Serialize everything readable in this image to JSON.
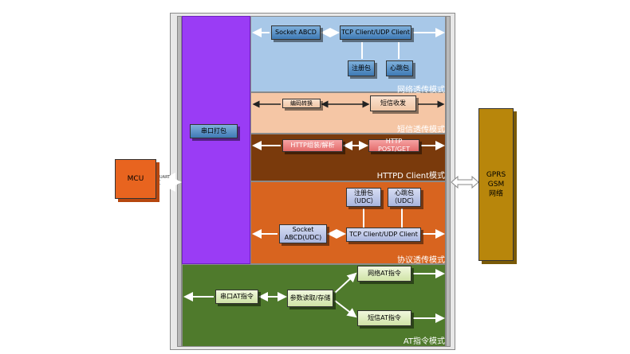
{
  "mcu": {
    "label": "MCU"
  },
  "uart": {
    "label": "UART"
  },
  "serial_pack": {
    "label": "串口打包"
  },
  "network_transparent": {
    "mode_label": "网络透传模式",
    "socket": "Socket ABCD",
    "client": "TCP Client/UDP Client",
    "register": "注册包",
    "heartbeat": "心跳包"
  },
  "sms_transparent": {
    "mode_label": "短信透传模式",
    "encode": "编码转换",
    "sms": "短信收发"
  },
  "httpd_client": {
    "mode_label": "HTTPD Client模式",
    "assemble": "HTTP组装/解析",
    "post_get": "HTTP POST/GET"
  },
  "protocol_transparent": {
    "mode_label": "协议透传模式",
    "register_line1": "注册包",
    "register_line2": "（UDC）",
    "heartbeat_line1": "心跳包",
    "heartbeat_line2": "（UDC）",
    "socket_line1": "Socket",
    "socket_line2": "ABCD(UDC)",
    "client": "TCP Client/UDP Client"
  },
  "at_command": {
    "mode_label": "AT指令模式",
    "serial_at": "串口AT指令",
    "param_rw": "参数读取/存储",
    "network_at": "网络AT指令",
    "sms_at": "短信AT指令"
  },
  "gprs": {
    "line1": "GPRS",
    "line2": "GSM",
    "line3": "网络"
  },
  "colors": {
    "purple": "#9a3cf5",
    "network_bg": "#a8c8e8",
    "sms_bg": "#f5c6a5",
    "httpd_bg": "#7a3a0c",
    "protocol_bg": "#d8641f",
    "at_bg": "#4f7a2c",
    "mcu": "#e8641f",
    "gprs": "#b8860b"
  }
}
